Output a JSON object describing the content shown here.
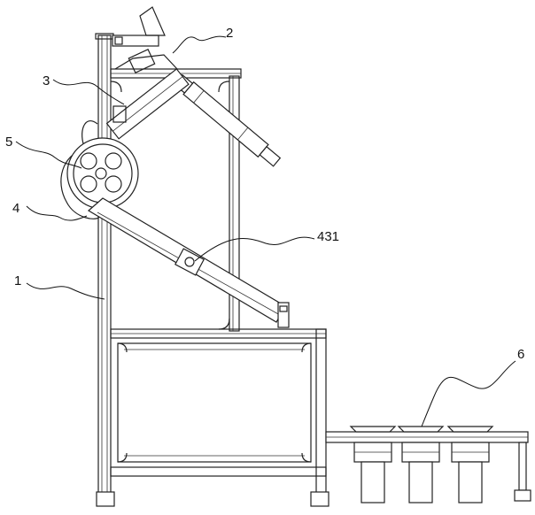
{
  "labels": {
    "frame": "1",
    "upper_bracket": "2",
    "cutter_arm": "3",
    "feed_ramp": "4",
    "roller_wheel": "5",
    "tray_conveyor": "6",
    "ramp_sensor": "431"
  }
}
